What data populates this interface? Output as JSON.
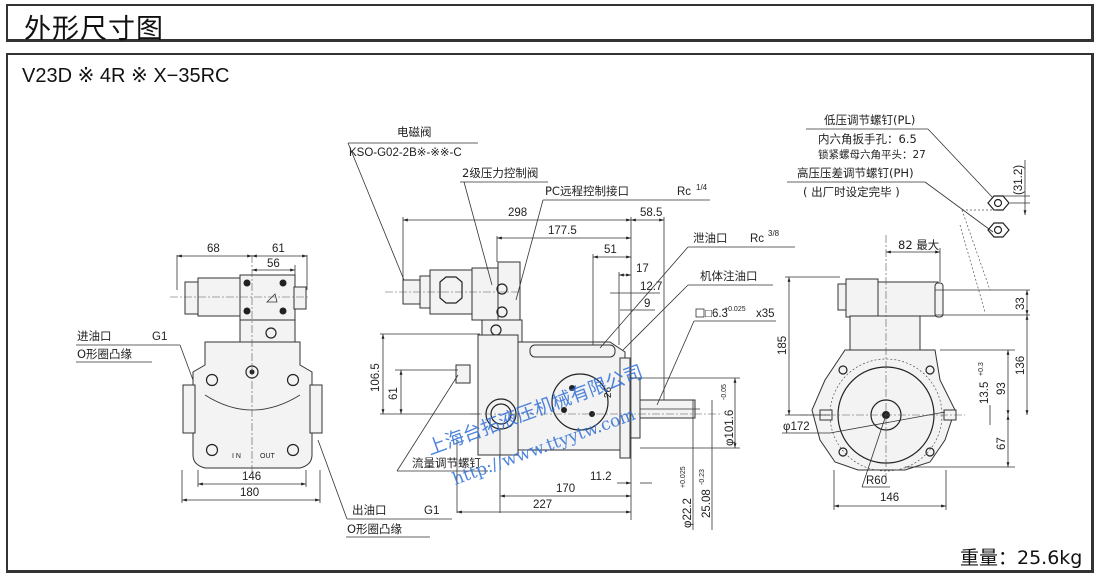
{
  "header": {
    "title": "外形尺寸图"
  },
  "drawing": {
    "model": "V23D ※ 4R ※ X−35RC",
    "weight": "重量：25.6kg",
    "left_view": {
      "dimensions": {
        "d68": "68",
        "d61": "61",
        "d56": "56",
        "d146": "146",
        "d180": "180"
      },
      "inlet": {
        "name": "进油口",
        "size": "G1",
        "seal": "O形圈凸缘"
      },
      "port_marks": {
        "in": "I N",
        "out": "OUT"
      }
    },
    "front_view": {
      "solenoid_valve": {
        "name": "电磁阀",
        "model": "KSO-G02-2B※-※※-C"
      },
      "two_stage_valve": "2级压力控制阀",
      "pc_port": {
        "name": "PC远程控制接口",
        "size": "Rc",
        "size_frac": "1/4"
      },
      "drain_port": {
        "name": "泄油口",
        "size": "Rc",
        "size_frac": "3/8"
      },
      "fill_port": "机体注油口",
      "key": {
        "label": "□6.3",
        "tol_upper": "+0.025",
        "tol_lower": "0",
        "length": "x35"
      },
      "flow_screw": "流量调节螺钉",
      "outlet": {
        "name": "出油口",
        "size": "G1",
        "seal": "O形圈凸缘"
      },
      "dimensions": {
        "d298": "298",
        "d58_5": "58.5",
        "d177_5": "177.5",
        "d51": "51",
        "d17": "17",
        "d12_7": "12.7",
        "d9": "9",
        "d106_5": "106.5",
        "d61": "61",
        "d26": "26",
        "d11_2": "11.2",
        "d170": "170",
        "d227": "227",
        "shaft_dia": "φ22.2",
        "shaft_tol_upper": "+0.025",
        "shaft_tol_lower": "0",
        "key_height": "25.08",
        "key_tol_upper": "0",
        "key_tol_lower": "-0.23",
        "pilot_dia": "φ101.6",
        "pilot_tol_upper": "0",
        "pilot_tol_lower": "-0.05"
      }
    },
    "right_view": {
      "low_pressure_screw": {
        "name": "低压调节螺钉(PL)",
        "hex_socket": "内六角扳手孔：6.5",
        "lock_nut": "锁紧螺母六角平头：27"
      },
      "high_pressure_screw": {
        "name": "高压压差调节螺钉(PH)",
        "note": "( 出厂时设定完毕 )"
      },
      "dimensions": {
        "d31_2": "(31.2)",
        "d82": "82 最大",
        "d33": "33",
        "d185": "185",
        "d136": "136",
        "d93": "93",
        "d13_5": "13.5",
        "d13_5_tol_upper": "+0.3",
        "d13_5_tol_lower": "0",
        "d67": "67",
        "dia172": "φ172",
        "r60": "R60",
        "d146": "146"
      }
    },
    "watermark": {
      "company": "上海台拓液压机械有限公司",
      "url": "http://www.ttyytw.com"
    }
  }
}
